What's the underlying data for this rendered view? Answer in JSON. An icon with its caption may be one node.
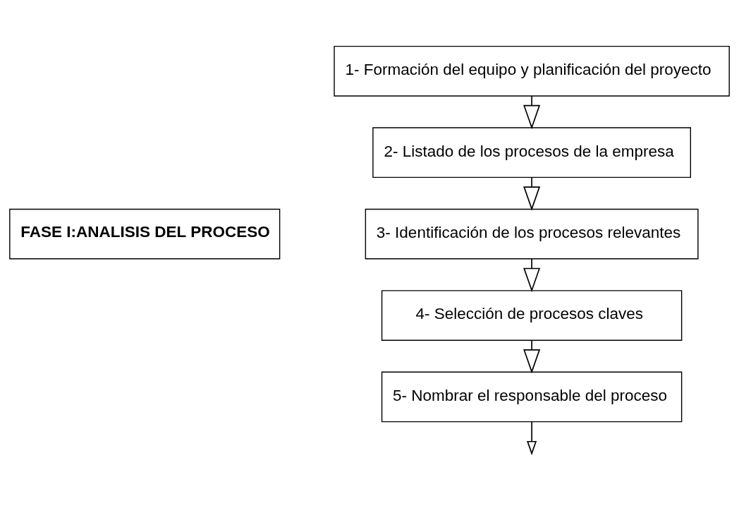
{
  "diagram": {
    "nodes": [
      {
        "text": [
          "FASE I:ANALISIS DEL PROCESO"
        ]
      },
      {
        "text": [
          "1- Formación del equipo y planificación del proyecto"
        ]
      },
      {
        "text": [
          "2- Listado de los procesos de la empresa"
        ]
      },
      {
        "text": [
          "3- Identificación de los procesos relevantes"
        ]
      },
      {
        "text": [
          "4- Selección de procesos claves"
        ]
      },
      {
        "text": [
          "5- Nombrar el responsable del proceso"
        ]
      }
    ],
    "edges": [
      {
        "from": 1,
        "to": 2,
        "arrow": "to"
      },
      {
        "from": 2,
        "to": 3,
        "arrow": "to"
      },
      {
        "from": 3,
        "to": 4,
        "arrow": "to"
      },
      {
        "from": 4,
        "to": 5,
        "arrow": "to"
      },
      {
        "from": 5,
        "to": null,
        "arrow": "to"
      }
    ]
  }
}
